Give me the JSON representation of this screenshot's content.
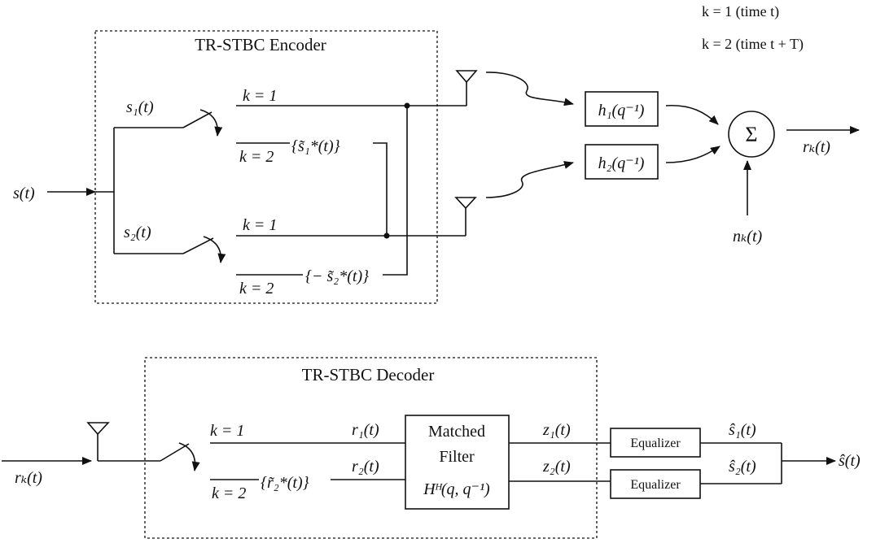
{
  "legend": {
    "k1": "k = 1 (time t)",
    "k2": "k = 2 (time t + T)"
  },
  "encoder": {
    "title": "TR-STBC Encoder",
    "input": "s(t)",
    "branch_1": {
      "signal": "s₁(t)",
      "k1": "k = 1",
      "k2": "k = 2",
      "operation": "{s̃₁*(t)}"
    },
    "branch_2": {
      "signal": "s₂(t)",
      "k1": "k = 1",
      "k2": "k = 2",
      "operation": "{− s̃₂*(t)}"
    }
  },
  "channel": {
    "h1": "h₁(q⁻¹)",
    "h2": "h₂(q⁻¹)",
    "sum": "Σ",
    "output": "rₖ(t)",
    "noise": "nₖ(t)"
  },
  "decoder": {
    "title": "TR-STBC Decoder",
    "input": "rₖ(t)",
    "k1": "k = 1",
    "k2": "k = 2",
    "operation": "{r̃₂*(t)}",
    "r1": "r₁(t)",
    "r2": "r₂(t)",
    "matched_filter": {
      "line1": "Matched",
      "line2": "Filter",
      "transfer": "Hᴴ(q, q⁻¹)"
    },
    "z1": "z₁(t)",
    "z2": "z₂(t)",
    "equalizer_1": "Equalizer",
    "equalizer_2": "Equalizer",
    "s_hat_1": "ŝ₁(t)",
    "s_hat_2": "ŝ₂(t)",
    "output": "ŝ(t)"
  }
}
